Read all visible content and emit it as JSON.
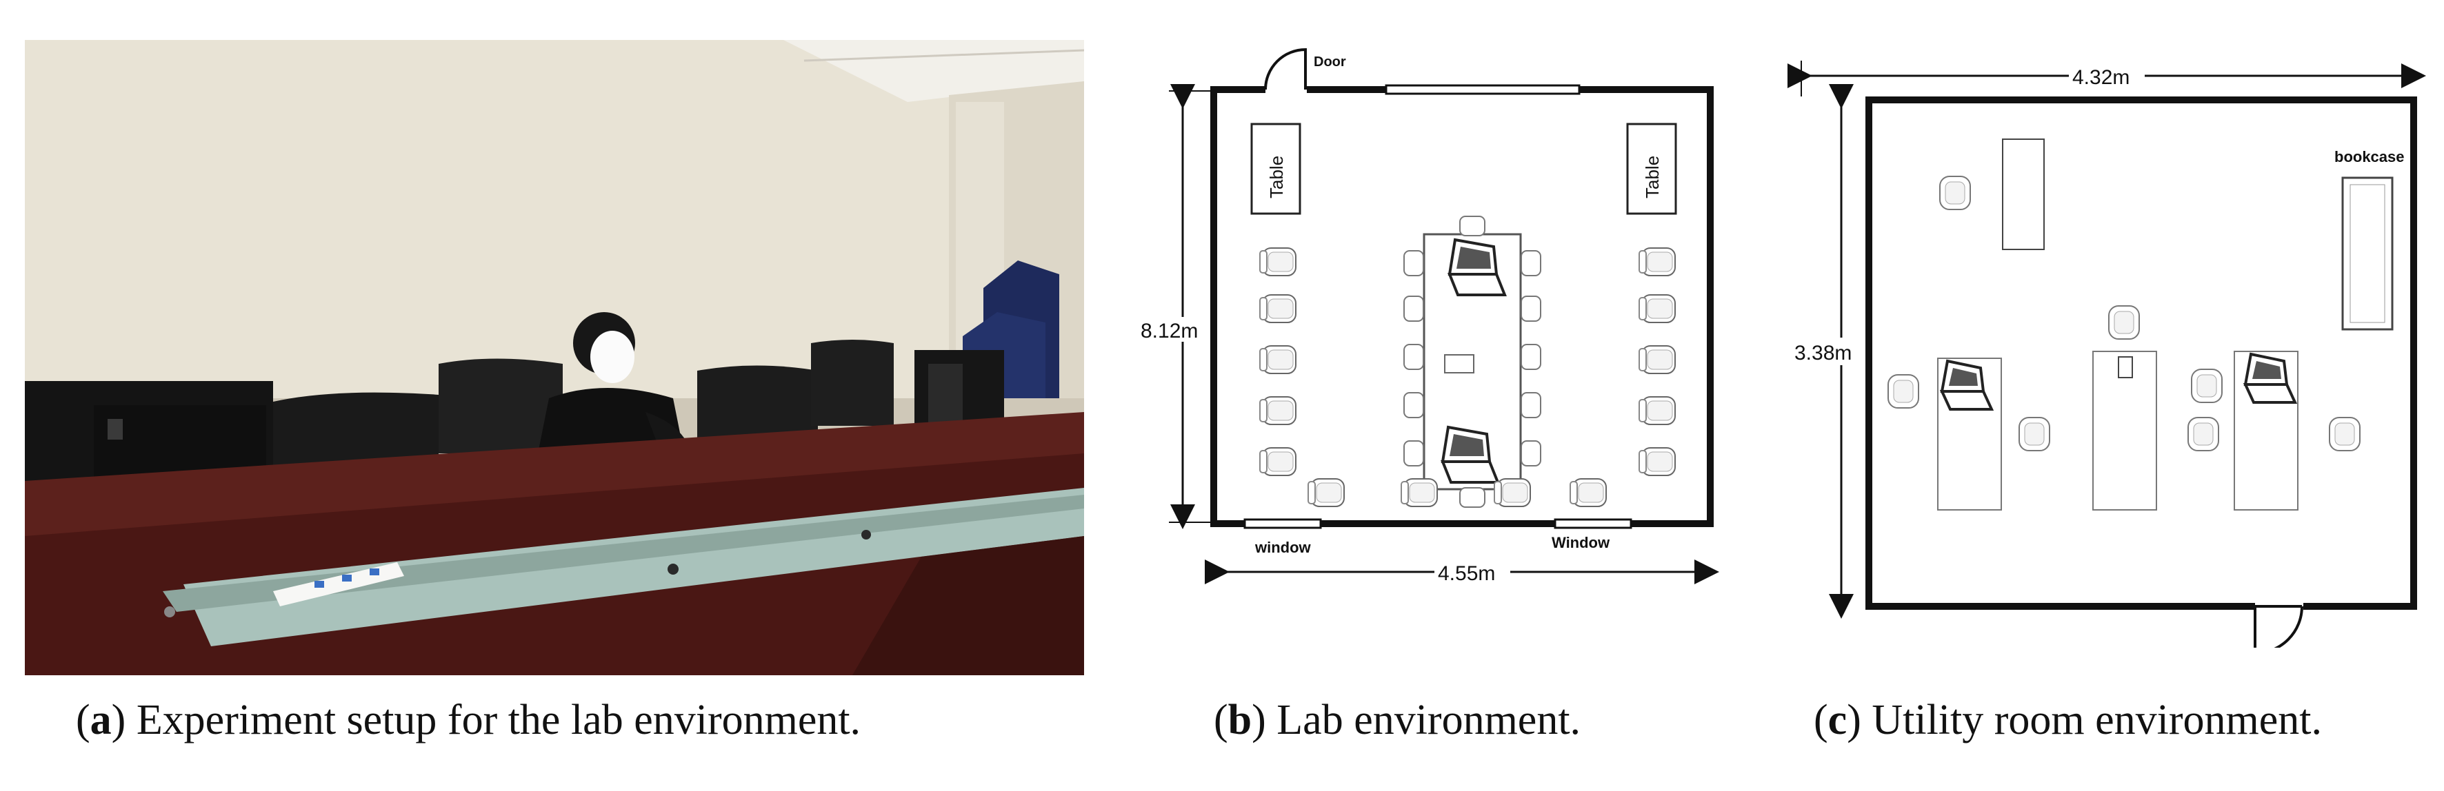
{
  "captions": {
    "a": {
      "letter": "a",
      "text": " Experiment setup for the lab environment."
    },
    "b": {
      "letter": "b",
      "text": " Lab environment."
    },
    "c": {
      "letter": "c",
      "text": " Utility room environment."
    }
  },
  "lab": {
    "door": "Door",
    "table_left": "Table",
    "table_right": "Table",
    "height": "8.12m",
    "width": "4.55m",
    "window_left": "window",
    "window_right": "Window"
  },
  "utility": {
    "width": "4.32m",
    "height": "3.38m",
    "bookcase": "bookcase"
  },
  "colors": {
    "wall": "#111111",
    "photo_wall": "#e9e4d6",
    "photo_table": "#4a1714",
    "photo_glass": "#a9c2bb"
  }
}
